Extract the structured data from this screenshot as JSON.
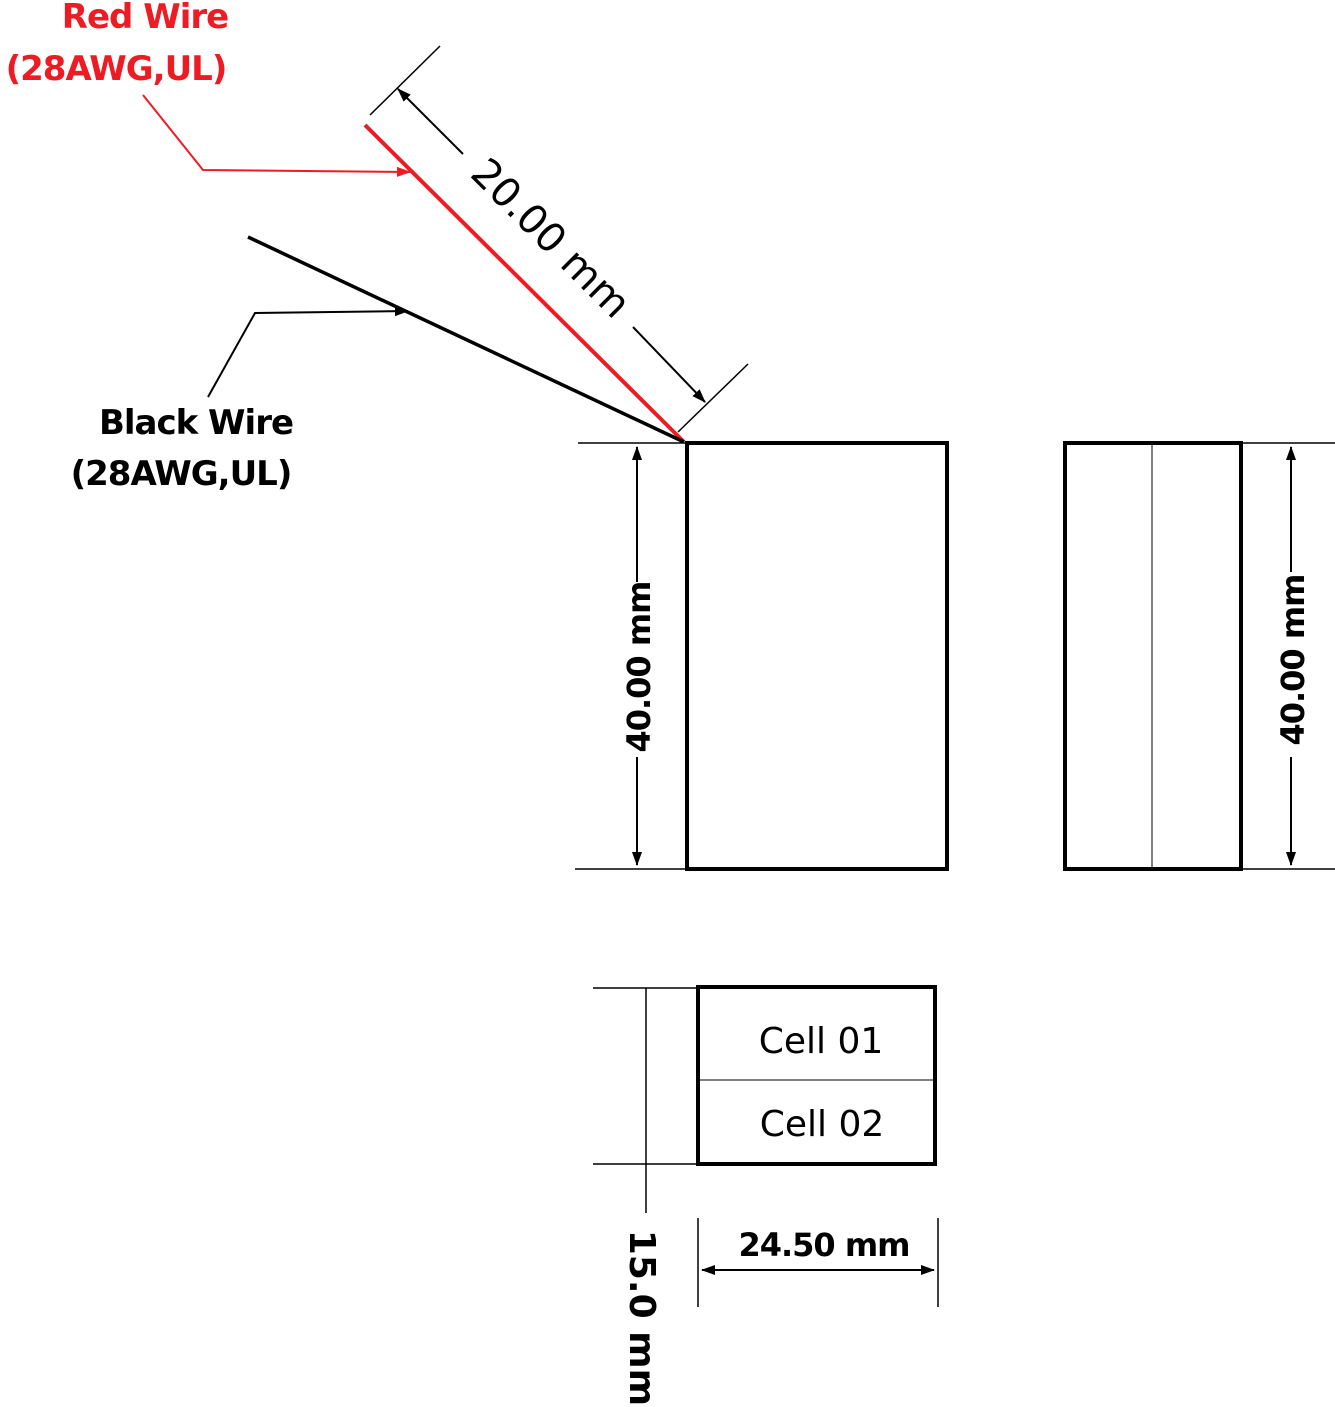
{
  "colors": {
    "ink": "#000000",
    "red_wire": "#ed1c24",
    "background": "#ffffff"
  },
  "wires": {
    "red": {
      "line1": "Red Wire",
      "line2": "(28AWG,UL)"
    },
    "black": {
      "line1": "Black Wire",
      "line2": "(28AWG,UL)"
    }
  },
  "dimensions": {
    "wire_length": "20.00 mm",
    "front_height": "40.00 mm",
    "side_height": "40.00 mm",
    "top_width": "24.50 mm",
    "top_thickness": "15.0 mm"
  },
  "cells": {
    "cell1": "Cell 01",
    "cell2": "Cell 02"
  }
}
